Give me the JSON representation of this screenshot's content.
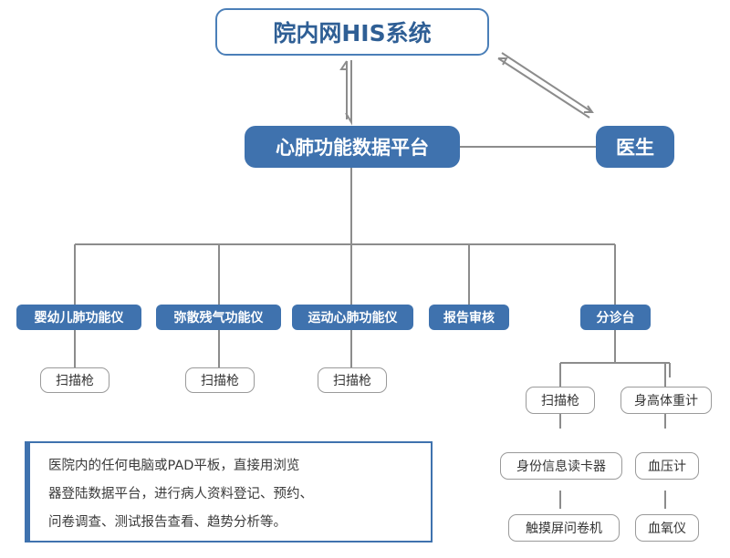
{
  "his_system": "院内网HIS系统",
  "platform": "心肺功能数据平台",
  "doctor": "医生",
  "departments": [
    "婴幼儿肺功能仪",
    "弥散残气功能仪",
    "运动心肺功能仪",
    "报告审核",
    "分诊台"
  ],
  "scanner_label": "扫描枪",
  "triage_devices": [
    "扫描枪",
    "身高体重计",
    "身份信息读卡器",
    "血压计",
    "触摸屏问卷机",
    "血氧仪"
  ],
  "note_lines": [
    "医院内的任何电脑或PAD平板，直接用浏览",
    "器登陆数据平台，进行病人资料登记、预约、",
    "问卷调查、测试报告查看、趋势分析等。"
  ],
  "colors": {
    "primary": "#3f72ae",
    "border": "#4b7fb8",
    "line": "#8c8c8c"
  }
}
